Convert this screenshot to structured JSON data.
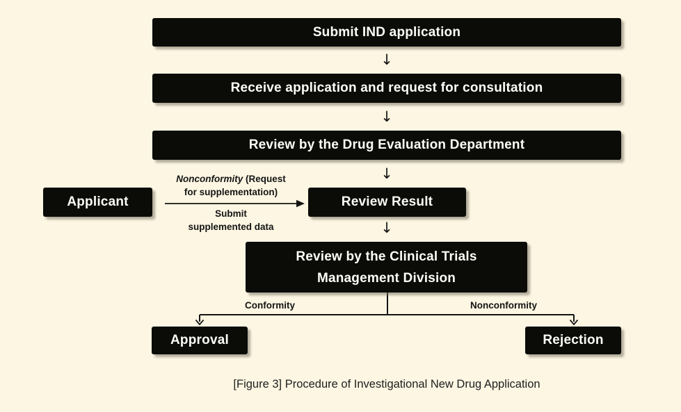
{
  "colors": {
    "background": "#FCF6E2",
    "box_fill": "#0B0B08",
    "box_text": "#FDFDF8",
    "line": "#141414"
  },
  "icons": {
    "down_arrow": "↓"
  },
  "flow": {
    "submit_ind": "Submit IND application",
    "receive_application": "Receive application and request for consultation",
    "review_drug_eval": "Review by the Drug Evaluation Department",
    "applicant": "Applicant",
    "review_result": "Review Result",
    "clinical_trials_lines": [
      "Review by the Clinical Trials",
      "Management Division"
    ],
    "approval": "Approval",
    "rejection": "Rejection"
  },
  "edge_labels": {
    "nonconformity_italic": "Nonconformity",
    "nonconformity_rest": " (Request",
    "nonconformity_line2": "for supplementation)",
    "submit_line1": "Submit",
    "submit_line2": "supplemented data",
    "conformity": "Conformity",
    "nonconformity_branch": "Nonconformity"
  },
  "caption": "[Figure 3] Procedure of Investigational New Drug Application"
}
